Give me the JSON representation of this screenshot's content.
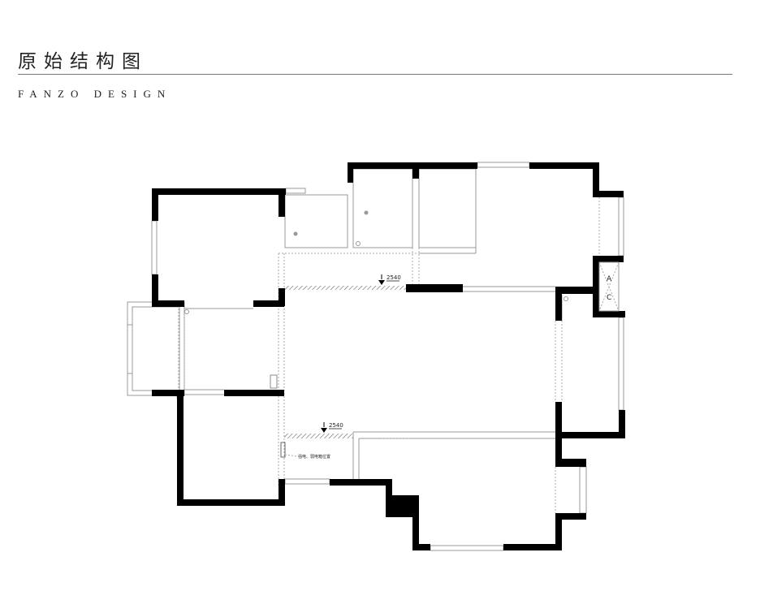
{
  "header": {
    "title": "原始结构图",
    "subtitle": "FANZO DESIGN"
  },
  "plan": {
    "level_mark_top": "2540",
    "level_mark_bottom": "2540",
    "panel_note": "强电、弱电箱位置",
    "shaft_label_a": "A",
    "shaft_label_c": "C"
  }
}
